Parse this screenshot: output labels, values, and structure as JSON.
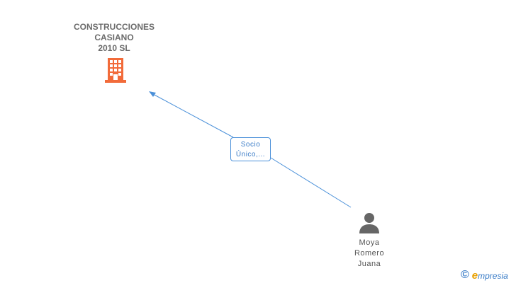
{
  "company": {
    "name_lines": [
      "CONSTRUCCIONES",
      "CASIANO",
      "2010 SL"
    ],
    "icon": "building-icon",
    "color": "#f26b3a"
  },
  "relationship": {
    "label_lines": [
      "Socio",
      "Único,..."
    ],
    "color": "#4a90d9"
  },
  "person": {
    "name_lines": [
      "Moya",
      "Romero",
      "Juana"
    ],
    "icon": "person-icon",
    "color": "#666666"
  },
  "brand": {
    "symbol": "©",
    "first_letter": "e",
    "rest": "mpresia"
  }
}
